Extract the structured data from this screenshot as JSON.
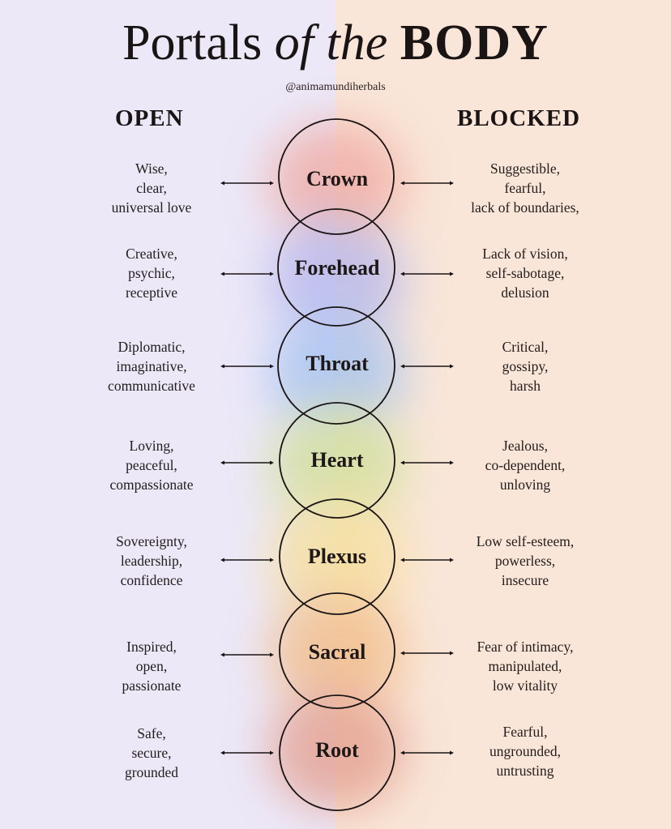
{
  "header": {
    "title_part1": "Portals",
    "title_part2": "of the",
    "title_part3": "BODY",
    "handle": "@animamundiherbals"
  },
  "columns": {
    "open_label": "OPEN",
    "blocked_label": "BLOCKED"
  },
  "colors": {
    "bg_left": "#ece8f8",
    "bg_right": "#f9e6d8",
    "crown": "#f0a8a0",
    "forehead": "#b8b8ec",
    "throat": "#a8c4f0",
    "heart": "#d4e0a0",
    "plexus": "#f6e0a0",
    "sacral": "#f2c090",
    "root": "#e4a090",
    "stroke": "#1a1414"
  },
  "chakras": [
    {
      "name": "Crown",
      "open": [
        "Wise,",
        "clear,",
        "universal love"
      ],
      "blocked": [
        "Suggestible,",
        "fearful,",
        "lack of boundaries,"
      ]
    },
    {
      "name": "Forehead",
      "open": [
        "Creative,",
        "psychic,",
        "receptive"
      ],
      "blocked": [
        "Lack of vision,",
        "self-sabotage,",
        "delusion"
      ]
    },
    {
      "name": "Throat",
      "open": [
        "Diplomatic,",
        "imaginative,",
        "communicative"
      ],
      "blocked": [
        "Critical,",
        "gossipy,",
        "harsh"
      ]
    },
    {
      "name": "Heart",
      "open": [
        "Loving,",
        "peaceful,",
        "compassionate"
      ],
      "blocked": [
        "Jealous,",
        "co-dependent,",
        "unloving"
      ]
    },
    {
      "name": "Plexus",
      "open": [
        "Sovereignty,",
        "leadership,",
        "confidence"
      ],
      "blocked": [
        "Low self-esteem,",
        "powerless,",
        "insecure"
      ]
    },
    {
      "name": "Sacral",
      "open": [
        "Inspired,",
        "open,",
        "passionate"
      ],
      "blocked": [
        "Fear of intimacy,",
        "manipulated,",
        "low vitality"
      ]
    },
    {
      "name": "Root",
      "open": [
        "Safe,",
        "secure,",
        "grounded"
      ],
      "blocked": [
        "Fearful,",
        "ungrounded,",
        "untrusting"
      ]
    }
  ]
}
